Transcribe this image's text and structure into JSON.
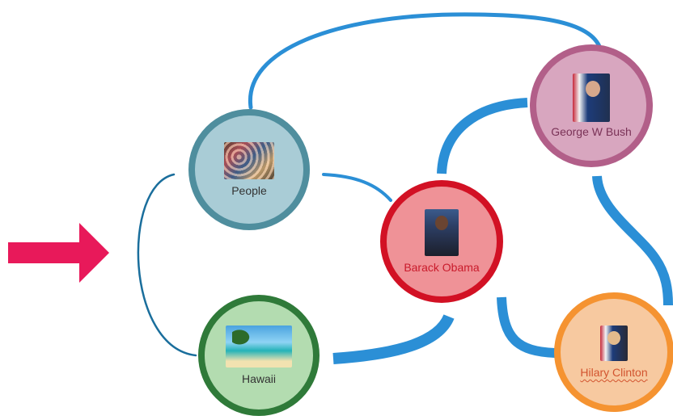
{
  "colors": {
    "edge": "#2b8fd6",
    "edge_dark": "#1a6e9c",
    "arrow": "#e8195a"
  },
  "nodes": {
    "people": {
      "label": "People",
      "image": "crowd-photo"
    },
    "obama": {
      "label": "Barack Obama",
      "image": "obama-portrait"
    },
    "bush": {
      "label": "George W Bush",
      "image": "bush-portrait"
    },
    "hawaii": {
      "label": "Hawaii",
      "image": "beach-photo"
    },
    "clinton": {
      "label": "Hilary Clinton",
      "image": "clinton-portrait"
    }
  },
  "edges": [
    {
      "from": "people",
      "to": "bush",
      "weight": "thin"
    },
    {
      "from": "people",
      "to": "obama",
      "weight": "thin"
    },
    {
      "from": "people",
      "to": "hawaii",
      "weight": "thin"
    },
    {
      "from": "obama",
      "to": "bush",
      "weight": "thick"
    },
    {
      "from": "obama",
      "to": "hawaii",
      "weight": "thick"
    },
    {
      "from": "obama",
      "to": "clinton",
      "weight": "thick"
    },
    {
      "from": "bush",
      "to": "clinton",
      "weight": "thick"
    }
  ],
  "pointer": {
    "icon": "right-arrow-icon"
  }
}
